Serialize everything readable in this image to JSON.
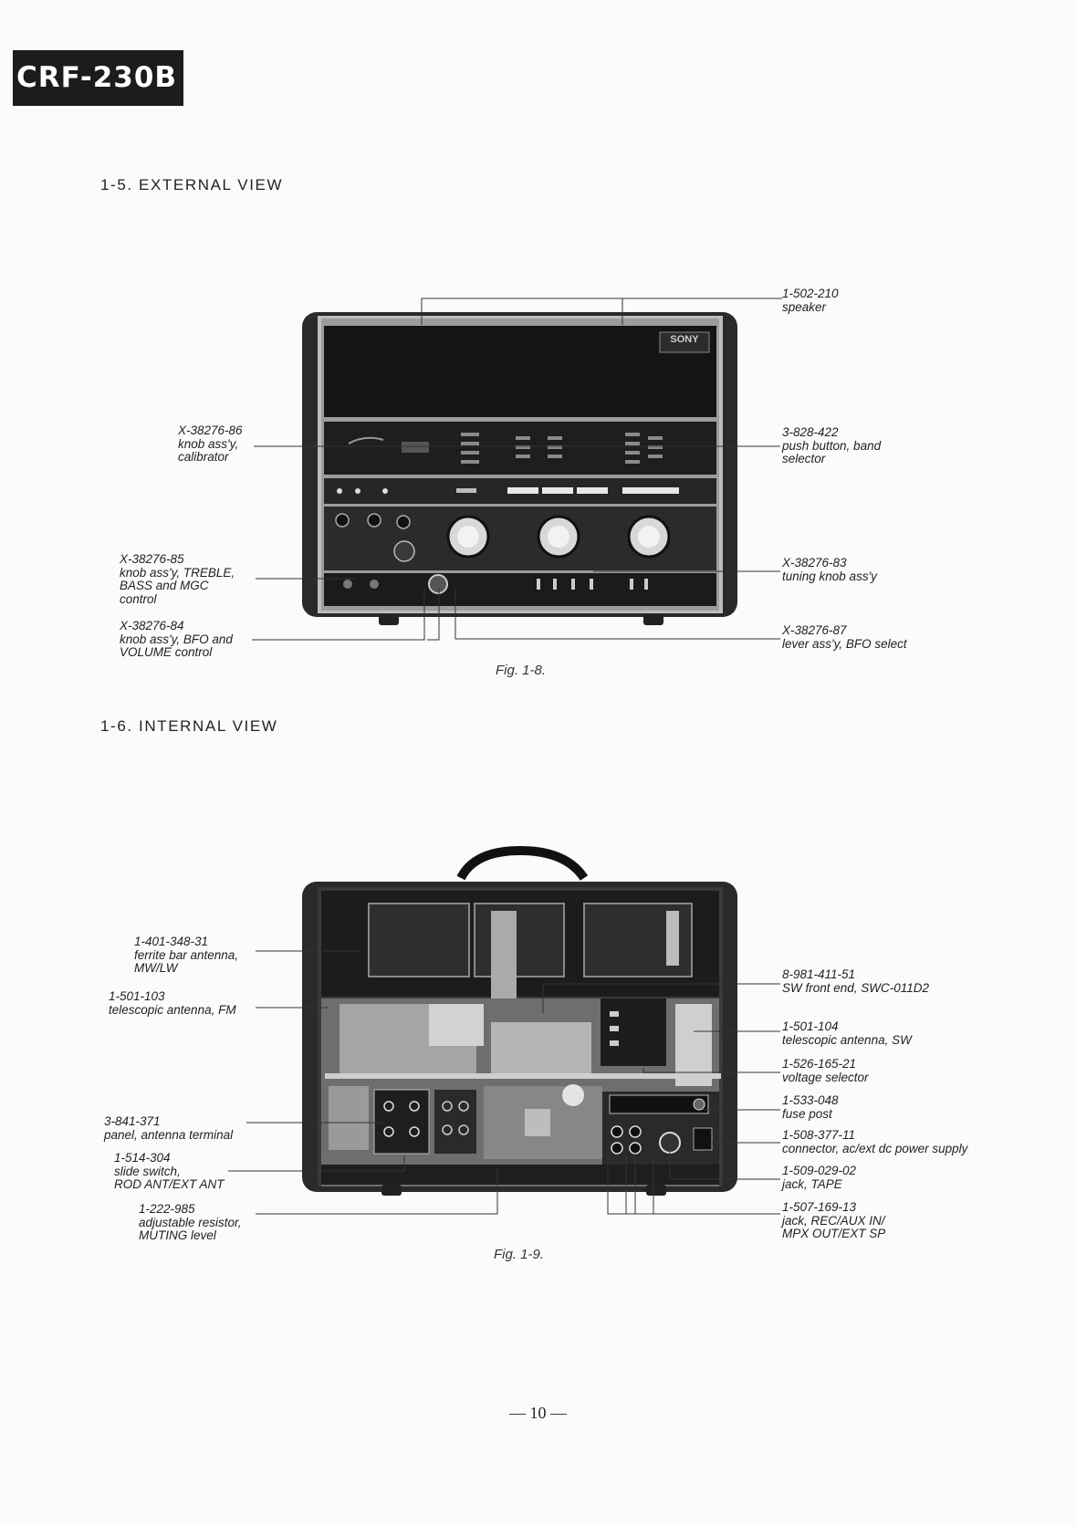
{
  "header": {
    "model": "CRF-230B"
  },
  "sections": {
    "external": "1-5.  EXTERNAL VIEW",
    "internal": "1-6.  INTERNAL VIEW"
  },
  "fig_1_8": {
    "caption": "Fig. 1-8.",
    "labels": {
      "speaker": [
        "1-502-210",
        "speaker"
      ],
      "calibrator": [
        "X-38276-86",
        "knob ass'y,",
        "calibrator"
      ],
      "band": [
        "3-828-422",
        "push button, band",
        "selector"
      ],
      "treble": [
        "X-38276-85",
        "knob ass'y, TREBLE,",
        "BASS and MGC",
        "control"
      ],
      "tuning": [
        "X-38276-83",
        "tuning knob ass'y"
      ],
      "bfo_vol": [
        "X-38276-84",
        "knob ass'y, BFO and",
        "VOLUME control"
      ],
      "bfo_sel": [
        "X-38276-87",
        "lever ass'y, BFO select"
      ]
    },
    "panel": {
      "brand": "SONY"
    }
  },
  "fig_1_9": {
    "caption": "Fig. 1-9.",
    "labels": {
      "ferrite": [
        "1-401-348-31",
        "ferrite bar antenna,",
        "MW/LW"
      ],
      "tele_fm": [
        "1-501-103",
        "telescopic antenna, FM"
      ],
      "panel_ant": [
        "3-841-371",
        "panel, antenna terminal"
      ],
      "slide": [
        "1-514-304",
        "slide switch,",
        "ROD ANT/EXT ANT"
      ],
      "resistor": [
        "1-222-985",
        "adjustable resistor,",
        "MUTING level"
      ],
      "sw_front": [
        "8-981-411-51",
        "SW front end, SWC-011D2"
      ],
      "tele_sw": [
        "1-501-104",
        "telescopic antenna, SW"
      ],
      "voltage": [
        "1-526-165-21",
        "voltage selector"
      ],
      "fuse": [
        "1-533-048",
        "fuse post"
      ],
      "connector": [
        "1-508-377-11",
        "connector, ac/ext dc power supply"
      ],
      "tape": [
        "1-509-029-02",
        "jack, TAPE"
      ],
      "rec": [
        "1-507-169-13",
        "jack, REC/AUX IN/",
        "MPX OUT/EXT SP"
      ]
    }
  },
  "footer": {
    "page": "— 10 —"
  }
}
